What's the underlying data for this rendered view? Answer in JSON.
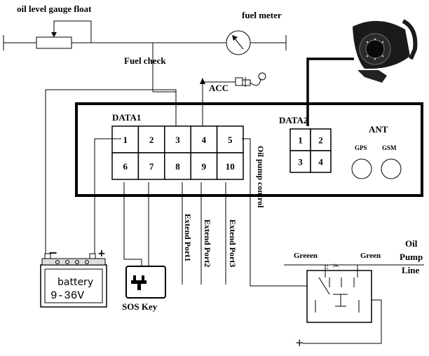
{
  "labels": {
    "oil_float": "oil level gauge float",
    "fuel_meter": "fuel meter",
    "fuel_check": "Fuel check",
    "acc": "ACC",
    "data1": "DATA1",
    "data2": "DATA2",
    "ant": "ANT",
    "gps": "GPS",
    "gsm": "GSM",
    "oil_pump_control": "Oil   pump control",
    "extend_port1": "Extend Port1",
    "extend_port2": "Extend Port2",
    "extend_port3": "Extend Port3",
    "battery": "battery",
    "battery_voltage": "9-36V",
    "battery_minus": "−",
    "battery_plus": "+",
    "sos_key": "SOS Key",
    "green_left": "Greeen",
    "green_right": "Green",
    "oil_pump_line_1": "Oil",
    "oil_pump_line_2": "Pump",
    "oil_pump_line_3": "Line",
    "relay_plus": "+"
  },
  "data1_pins_top": [
    "1",
    "2",
    "3",
    "4",
    "5"
  ],
  "data1_pins_bottom": [
    "6",
    "7",
    "8",
    "9",
    "10"
  ],
  "data2_pins": [
    "1",
    "2",
    "3",
    "4"
  ]
}
